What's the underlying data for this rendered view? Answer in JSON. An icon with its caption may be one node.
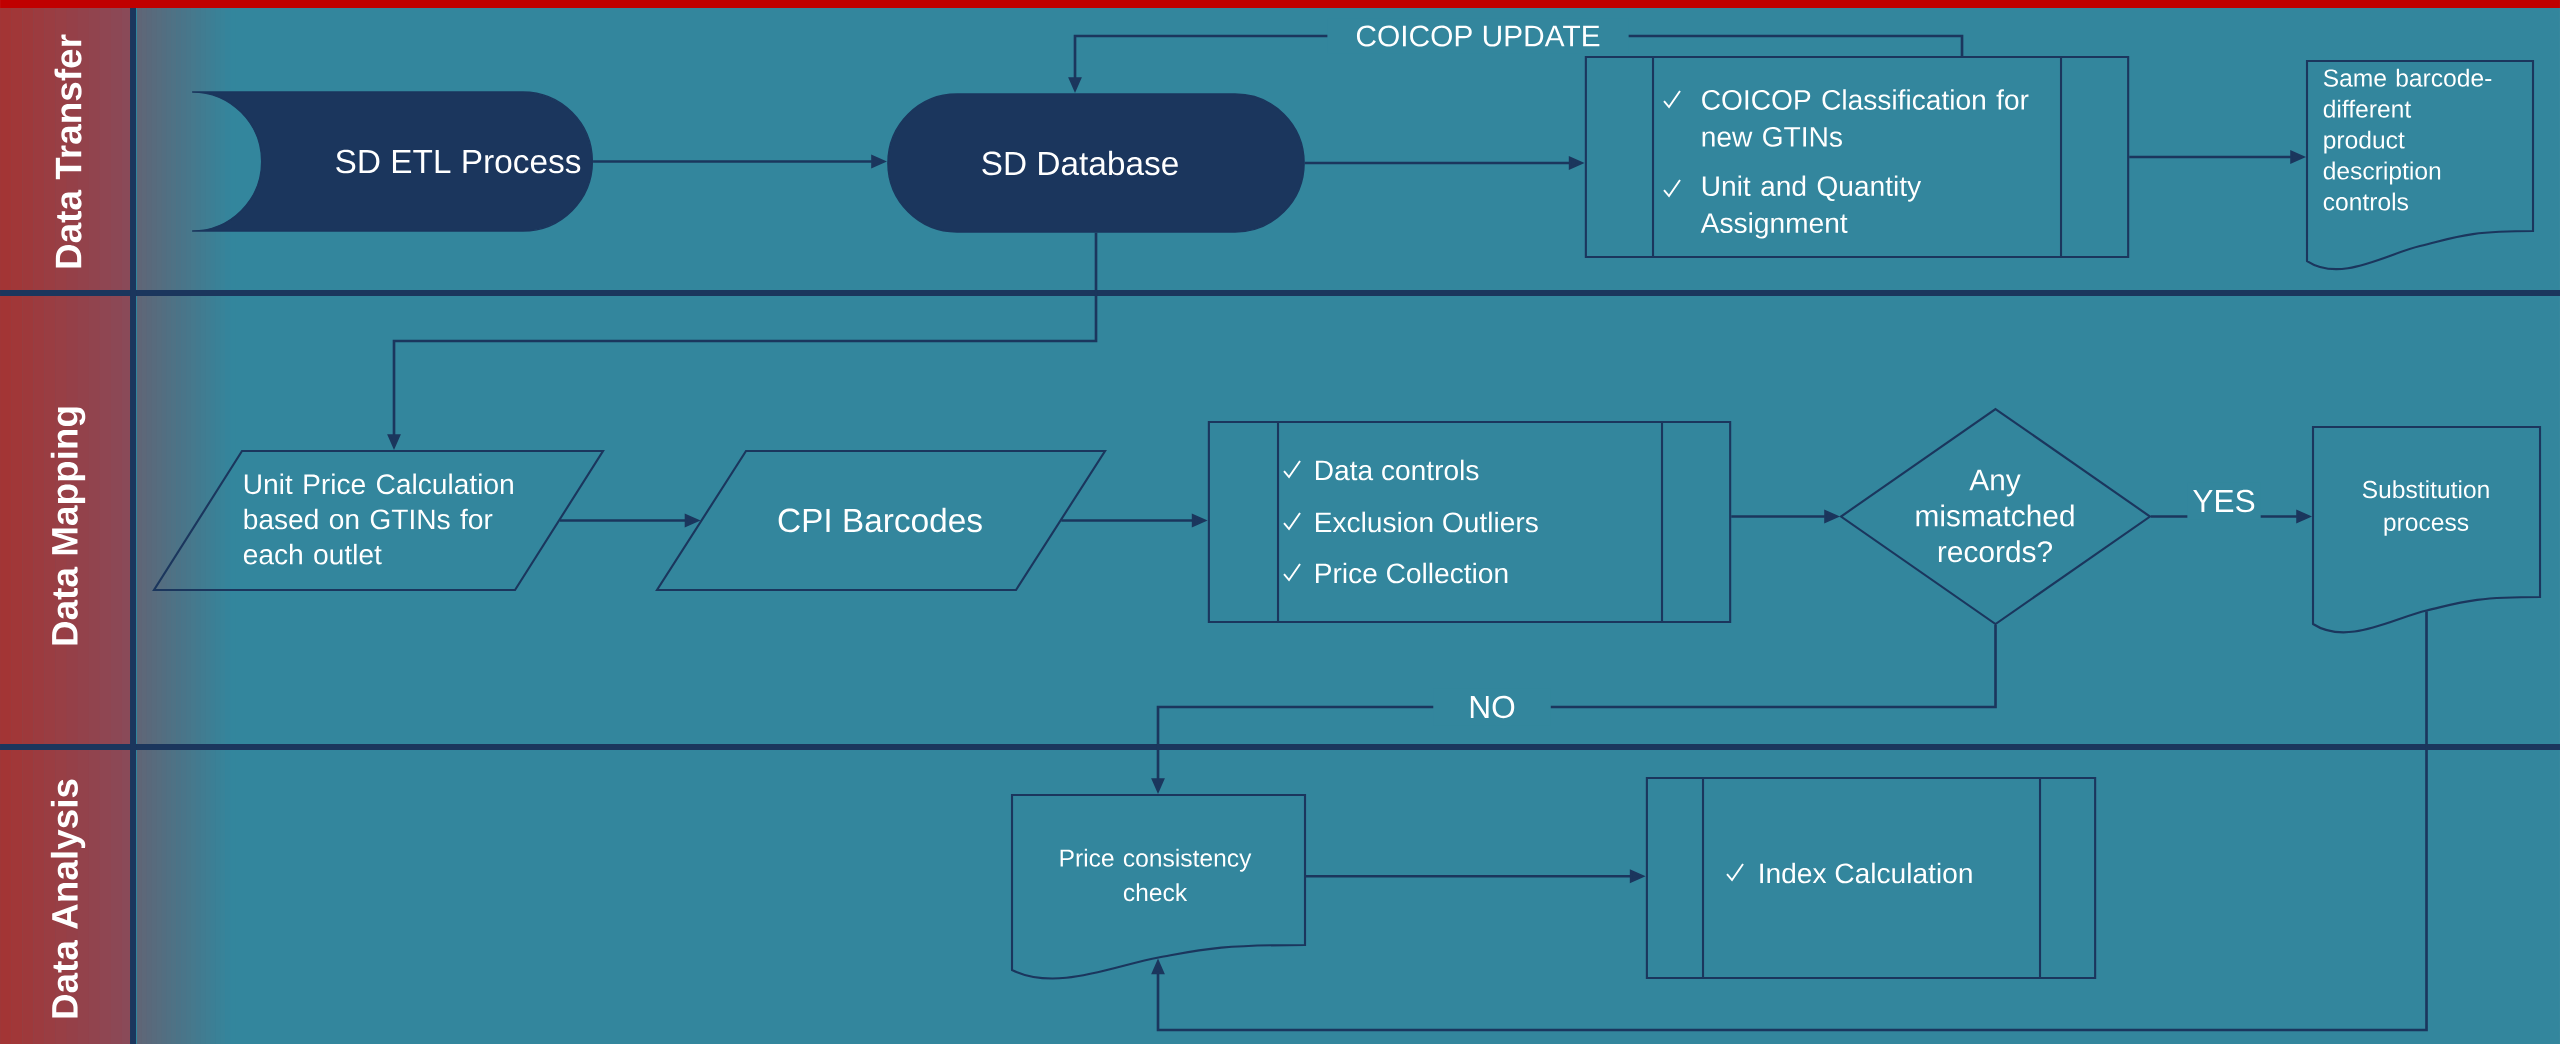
{
  "diagram": {
    "nodes": [
      {
        "text": [
          "Data Transfer"
        ]
      },
      {
        "text": [
          "Data Mapping"
        ]
      },
      {
        "text": [
          "Data Analysis"
        ]
      },
      {
        "text": [
          "SD ETL Process"
        ],
        "in": 0
      },
      {
        "text": [
          "SD Database"
        ],
        "in": 0
      },
      {
        "text": [
          "COICOP Classification for new GTINs",
          "Unit and Quantity Assignment"
        ],
        "in": 0
      },
      {
        "text": [
          "Same barcode-different product description controls"
        ],
        "in": 0
      },
      {
        "text": [
          "Unit Price Calculation based on GTINs for each outlet"
        ],
        "in": 1
      },
      {
        "text": [
          "CPI Barcodes"
        ],
        "in": 1
      },
      {
        "text": [
          "Data controls",
          "Exclusion Outliers",
          "Price Collection"
        ],
        "in": 1
      },
      {
        "text": [
          "Any mismatched records?"
        ],
        "in": 1
      },
      {
        "text": [
          "Substitution process"
        ],
        "in": 1
      },
      {
        "text": [
          "Price consistency check"
        ],
        "in": 2
      },
      {
        "text": [
          "Index Calculation"
        ],
        "in": 2
      }
    ],
    "edges": [
      {
        "from": 3,
        "to": 4,
        "arrow": "to"
      },
      {
        "from": 4,
        "to": 5,
        "arrow": "to"
      },
      {
        "from": 5,
        "to": 6,
        "arrow": "to"
      },
      {
        "from": 5,
        "to": 4,
        "arrow": "to",
        "label": "COICOP UPDATE"
      },
      {
        "from": 4,
        "to": 7,
        "arrow": "to"
      },
      {
        "from": 7,
        "to": 8,
        "arrow": "to"
      },
      {
        "from": 8,
        "to": 9,
        "arrow": "to"
      },
      {
        "from": 9,
        "to": 10,
        "arrow": "to"
      },
      {
        "from": 10,
        "to": 11,
        "arrow": "to",
        "label": "YES"
      },
      {
        "from": 10,
        "to": 12,
        "arrow": "to",
        "label": "NO"
      },
      {
        "from": 12,
        "to": 13,
        "arrow": "to"
      },
      {
        "from": 11,
        "to": 12,
        "arrow": "to"
      }
    ]
  }
}
